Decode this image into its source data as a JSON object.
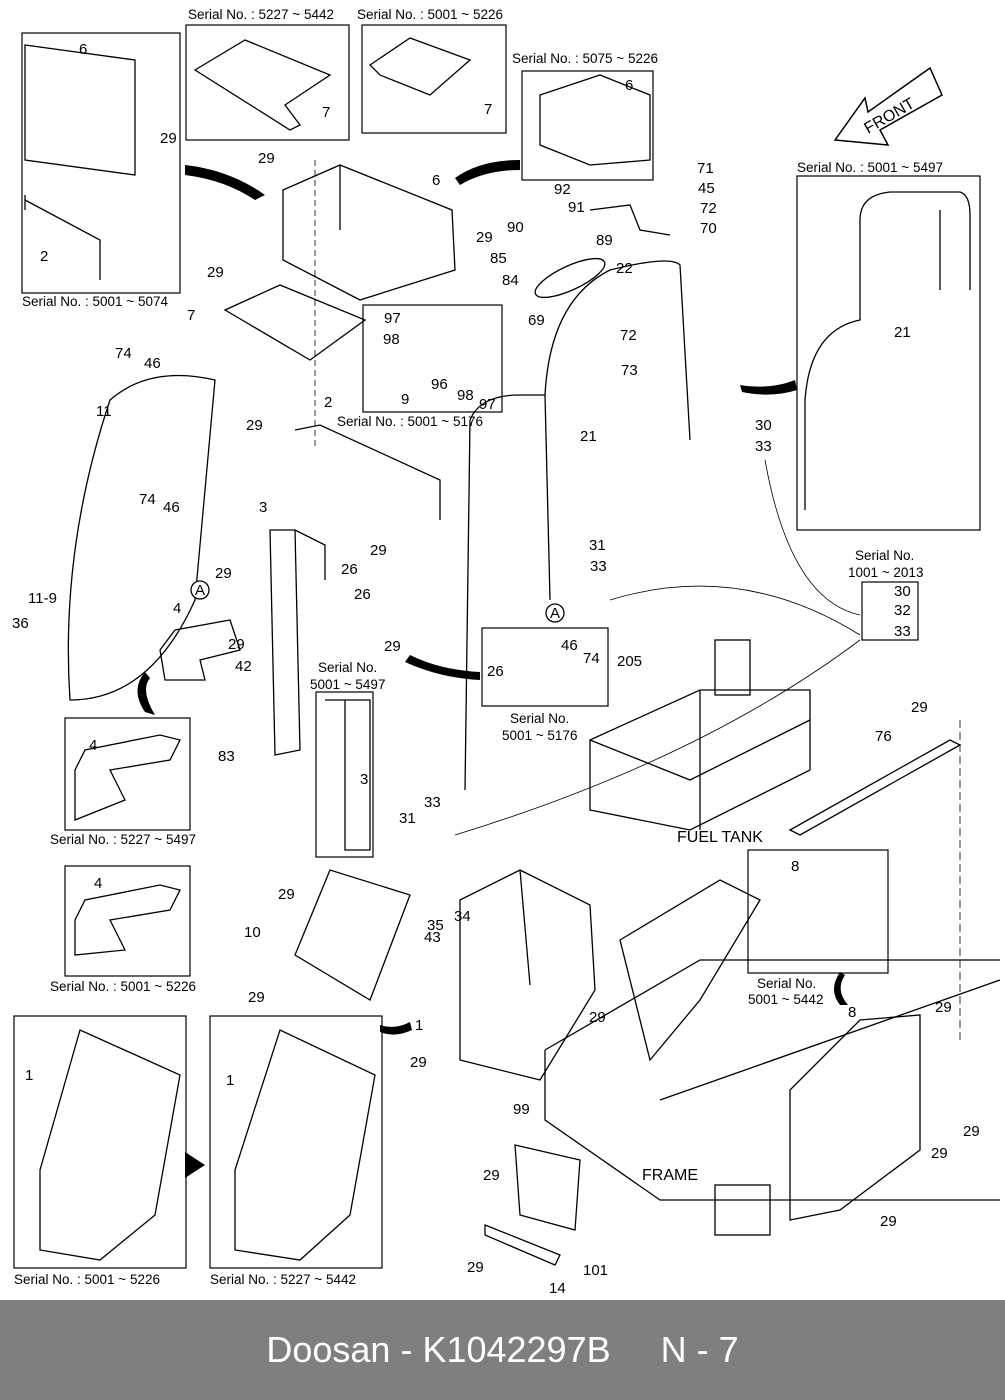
{
  "footer": {
    "brand": "Doosan",
    "separator": " - ",
    "part_number": "K1042297B",
    "page_ref": "N - 7"
  },
  "labels": {
    "fuel_tank": "FUEL TANK",
    "frame": "FRAME",
    "front": "FRONT"
  },
  "serial_notes": [
    "Serial No. : 5227 ~ 5442",
    "Serial No. : 5001 ~ 5226",
    "Serial No. : 5075 ~ 5226",
    "Serial No. : 5001 ~ 5074",
    "Serial No. : 5001 ~ 5497",
    "Serial No. : 5001 ~ 5176",
    "Serial No.",
    "1001 ~ 2013",
    "Serial No.",
    "5001 ~ 5497",
    "Serial No.",
    "5001 ~ 5176",
    "Serial No. : 5227 ~ 5497",
    "Serial No. : 5001 ~ 5226",
    "Serial No.",
    "5001 ~ 5442",
    "Serial No. : 5001 ~ 5226",
    "Serial No. : 5227 ~ 5442"
  ],
  "part_numbers": [
    "6",
    "29",
    "2",
    "7",
    "7",
    "6",
    "29",
    "6",
    "29",
    "29",
    "7",
    "71",
    "45",
    "72",
    "70",
    "92",
    "91",
    "90",
    "89",
    "85",
    "22",
    "84",
    "69",
    "97",
    "98",
    "9",
    "96",
    "98",
    "97",
    "72",
    "73",
    "21",
    "74",
    "46",
    "11",
    "2",
    "29",
    "21",
    "30",
    "33",
    "74",
    "46",
    "3",
    "29",
    "26",
    "31",
    "33",
    "29",
    "30",
    "32",
    "33",
    "26",
    "11-9",
    "36",
    "4",
    "29",
    "29",
    "26",
    "46",
    "74",
    "205",
    "42",
    "3",
    "83",
    "29",
    "76",
    "4",
    "33",
    "31",
    "8",
    "29",
    "4",
    "35",
    "34",
    "10",
    "43",
    "29",
    "1",
    "8",
    "29",
    "29",
    "1",
    "1",
    "29",
    "99",
    "29",
    "29",
    "29",
    "29",
    "101",
    "29",
    "14"
  ],
  "callouts": [
    "A",
    "A"
  ]
}
